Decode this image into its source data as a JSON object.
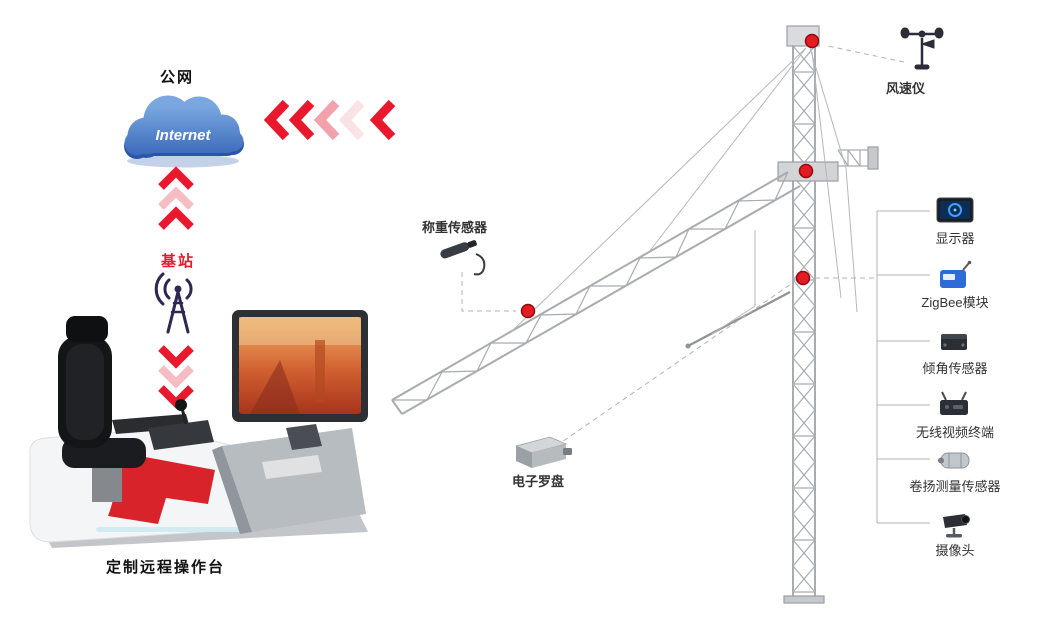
{
  "network": {
    "public_label": "公网",
    "internet_label": "Internet",
    "base_station_label": "基站"
  },
  "console": {
    "label": "定制远程操作台"
  },
  "crane": {
    "anemometer_label": "风速仪",
    "weight_sensor_label": "称重传感器",
    "compass_label": "电子罗盘"
  },
  "devices": [
    {
      "label": "显示器",
      "icon": "monitor-icon"
    },
    {
      "label": "ZigBee模块",
      "icon": "zigbee-icon"
    },
    {
      "label": "倾角传感器",
      "icon": "tilt-sensor-icon"
    },
    {
      "label": "无线视频终端",
      "icon": "wireless-video-icon"
    },
    {
      "label": "卷扬测量传感器",
      "icon": "hoist-sensor-icon"
    },
    {
      "label": "摄像头",
      "icon": "camera-icon"
    }
  ],
  "colors": {
    "accent_red": "#e8192c",
    "sensor_dot_red": "#e31b23",
    "cloud_blue": "#2e5db2",
    "label_color": "#333333"
  }
}
